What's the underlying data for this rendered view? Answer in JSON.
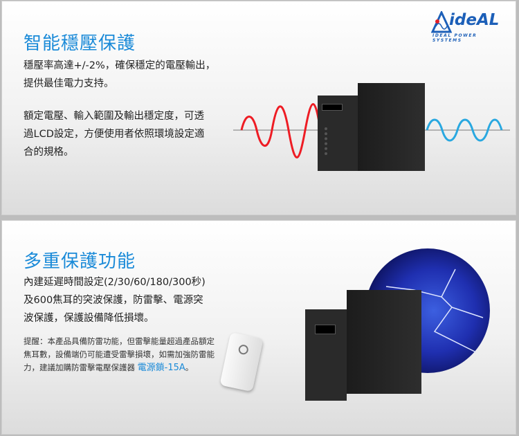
{
  "section1": {
    "title": "智能穩壓保護",
    "paragraph1": "穩壓率高達+/-2%，確保穩定的電壓輸出，\n提供最佳電力支持。",
    "paragraph2": "額定電壓、輸入範圍及輸出穩定度，可透\n過LCD設定，方便使用者依照環境設定適\n合的規格。"
  },
  "section2": {
    "title": "多重保護功能",
    "paragraph1": "內建延遲時間設定(2/30/60/180/300秒)\n及600焦耳的突波保護，防雷擊、電源突\n波保護，保護設備降低損壞。",
    "note": "提醒：本產品具備防雷功能，但雷擊能量超過產品額定\n焦耳數，設備端仍可能遭受雷擊損壞，如需加強防雷能\n力，建議加購防雷擊電壓保護器 ",
    "note_highlight": "電源鎖-15A",
    "note_end": "。"
  },
  "logo": {
    "name": "ideAL",
    "tagline": "IDEAL POWER SYSTEMS"
  },
  "colors": {
    "accent": "#1a8ad8",
    "wave_in": "#ee1c24",
    "wave_out": "#29a8e0"
  }
}
